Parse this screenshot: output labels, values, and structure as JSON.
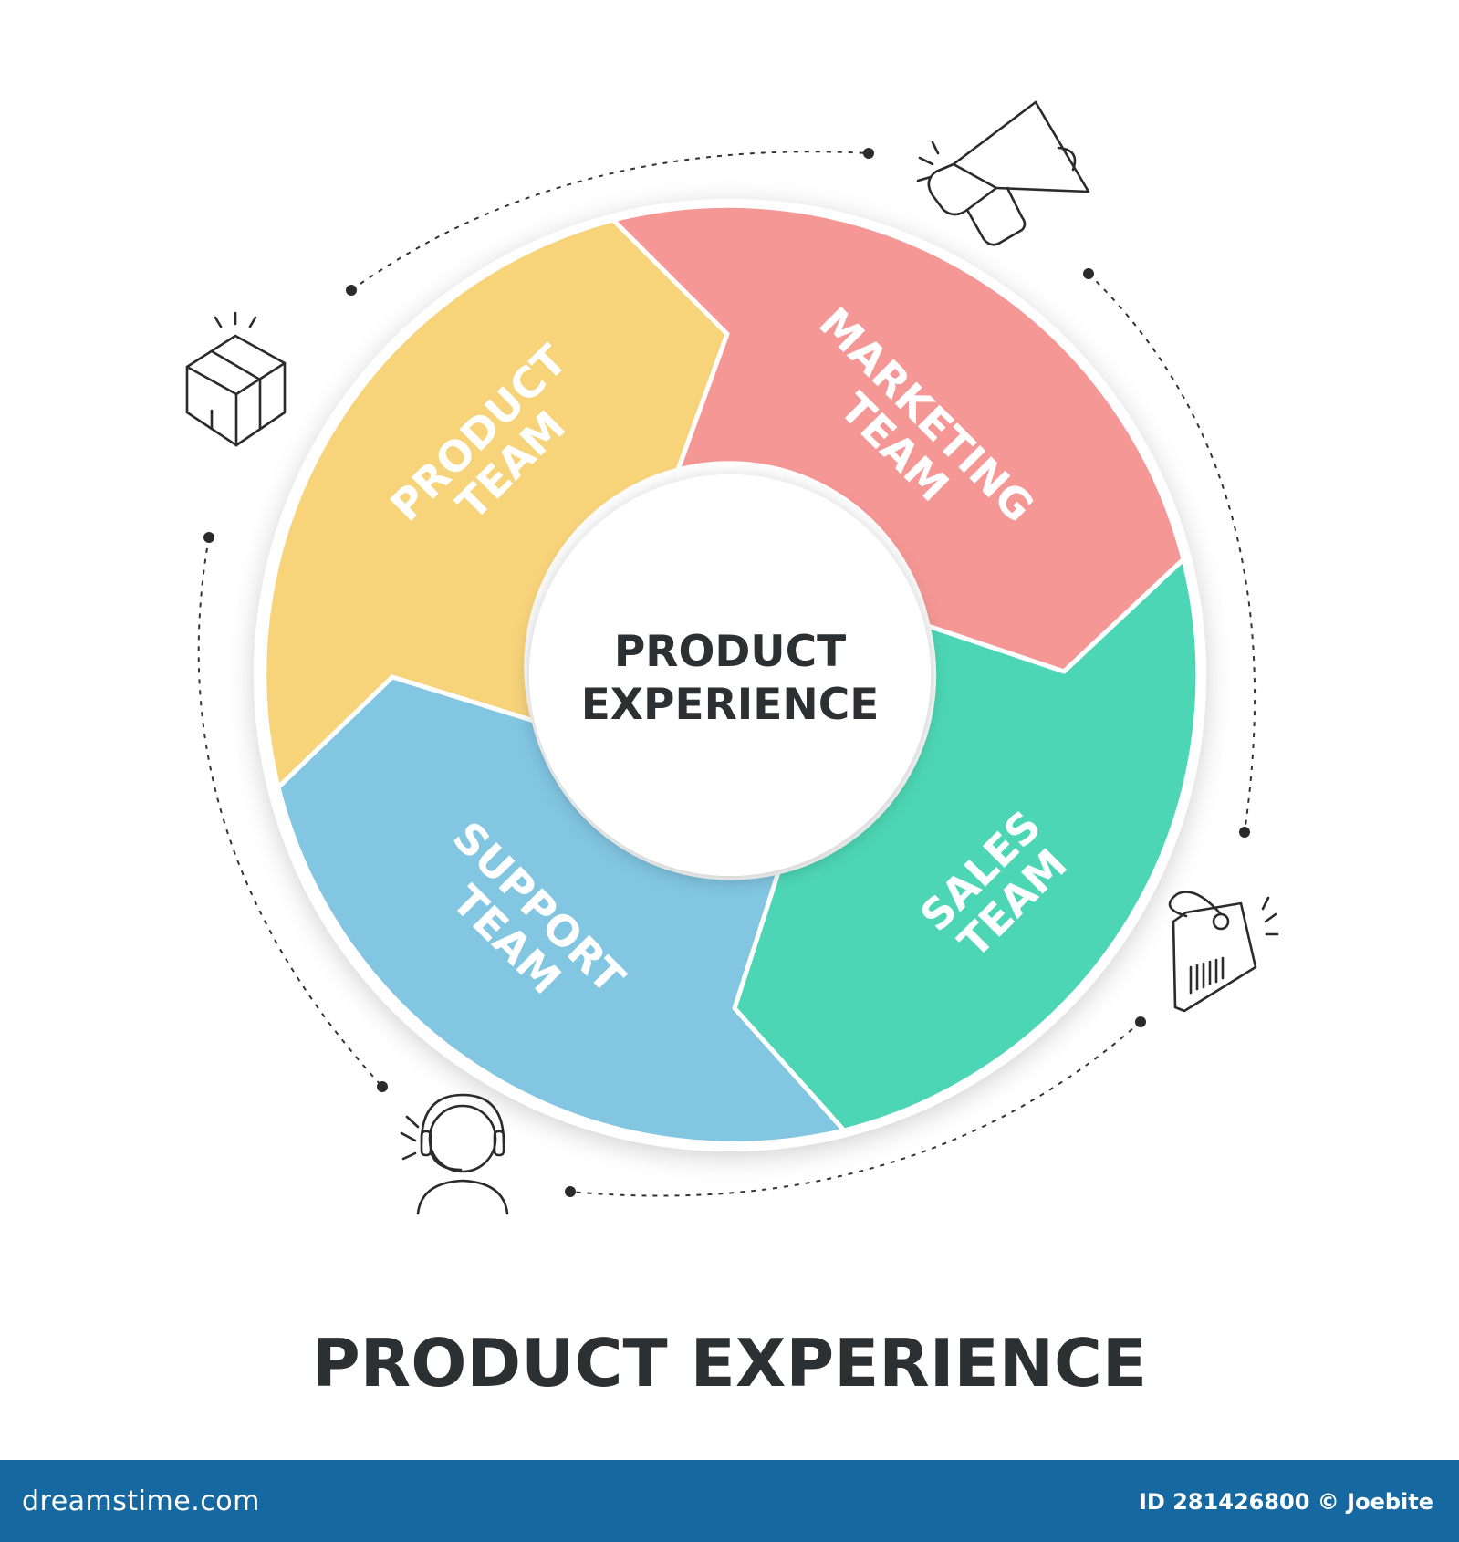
{
  "diagram": {
    "center": {
      "line1": "PRODUCT",
      "line2": "EXPERIENCE"
    },
    "segments": [
      {
        "line1": "PRODUCT",
        "line2": "TEAM",
        "color": "#f7d37a",
        "icon": "box-icon"
      },
      {
        "line1": "MARKETING",
        "line2": "TEAM",
        "color": "#f59794",
        "icon": "megaphone-icon"
      },
      {
        "line1": "SALES",
        "line2": "TEAM",
        "color": "#4cd6b5",
        "icon": "price-tag-icon"
      },
      {
        "line1": "SUPPORT",
        "line2": "TEAM",
        "color": "#82c6e2",
        "icon": "headset-agent-icon"
      }
    ]
  },
  "title": "PRODUCT EXPERIENCE",
  "footer": {
    "brand": "dreamstime.com",
    "id_text": "ID 281426800 © Joebite",
    "background": "#1668a0"
  }
}
